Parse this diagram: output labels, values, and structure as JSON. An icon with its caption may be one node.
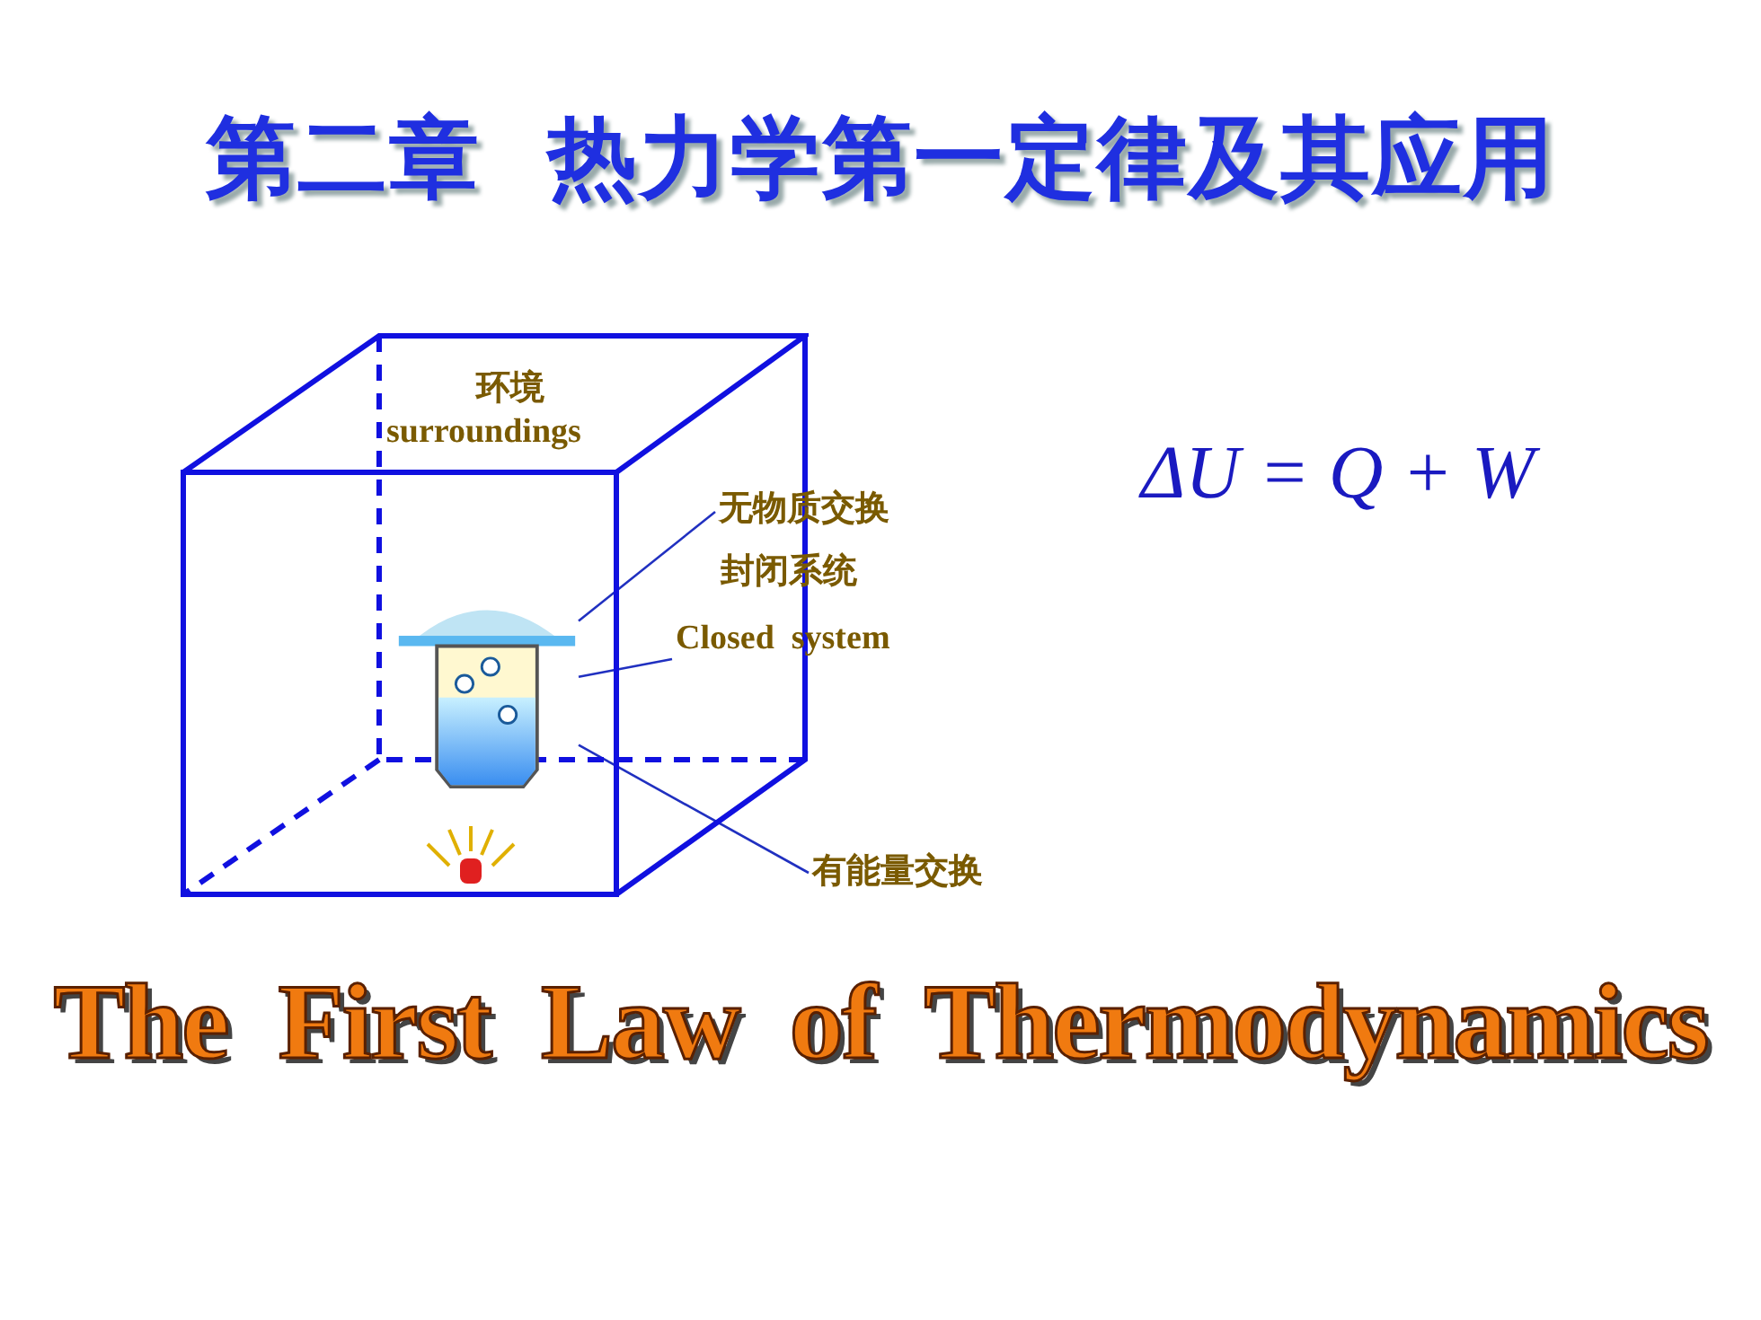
{
  "diagram": {
    "title": "第二章  热力学第一定律及其应用",
    "nodes": [
      {
        "text": [
          "环境",
          "surroundings"
        ]
      },
      {
        "text": [
          "无物质交换"
        ]
      },
      {
        "text": [
          "封闭系统",
          "Closed  system"
        ]
      },
      {
        "text": [],
        "shape": "picture",
        "in": 0
      },
      {
        "text": [
          "有能量交换"
        ]
      }
    ],
    "edges": [
      {
        "from": 1,
        "to": 3,
        "arrow": "none"
      },
      {
        "from": 2,
        "to": 3,
        "arrow": "none"
      },
      {
        "from": 4,
        "to": 3,
        "arrow": "none"
      }
    ],
    "labels": [
      "ΔU = Q + W",
      "The  First  Law  of  Thermodynamics"
    ]
  }
}
